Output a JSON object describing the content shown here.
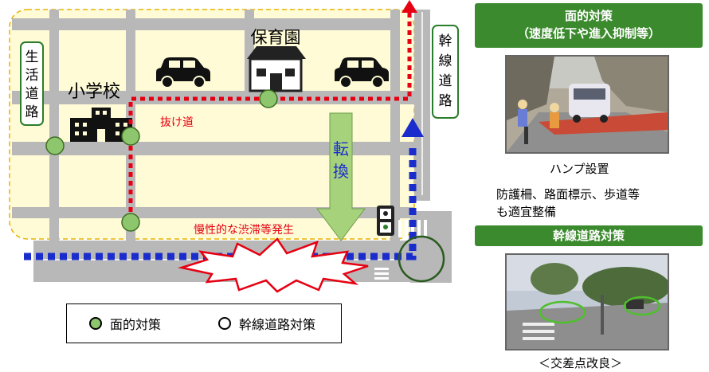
{
  "map": {
    "vertical_signs": {
      "residential_road": "生活道路",
      "arterial_road": "幹線道路"
    },
    "labels": {
      "elementary_school": "小学校",
      "nursery": "保育園",
      "shortcut_road": "抜け道",
      "congestion": "慢性的な渋滞等発生",
      "shift_label": "転換"
    },
    "colors": {
      "zone_fill": "#fffbd6",
      "zone_border": "#e8b300",
      "road": "#b8b8b8",
      "route_red": "#e60012",
      "route_blue": "#1a2dcc",
      "green_circle": "#8dc66d",
      "arrow_green": "#a6d27c"
    }
  },
  "legend": {
    "area_label": "面的対策",
    "arterial_label": "幹線道路対策"
  },
  "panel": {
    "area_header_line1": "面的対策",
    "area_header_line2": "（速度低下や進入抑制等）",
    "hump_caption": "ハンプ設置",
    "measures_line1": "防護柵、路面標示、歩道等",
    "measures_line2": "も適宜整備",
    "arterial_header": "幹線道路対策",
    "intersection_caption": "＜交差点改良＞"
  }
}
